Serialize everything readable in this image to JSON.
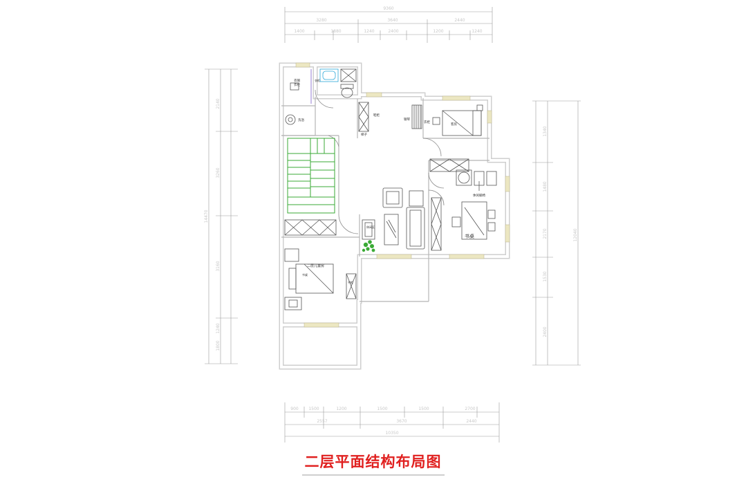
{
  "title": "二层平面结构布局图",
  "colors": {
    "title": "#e0201f",
    "wall": "#d7d7d7",
    "line": "#555555",
    "stair": "#3aaa35",
    "window": "#e8e2b8",
    "plant": "#3aaa35",
    "bath": "#2aa7d8"
  },
  "rooms": {
    "closet_a": "衣帽",
    "closet_b": "衣柜",
    "washroom": "洗浴",
    "shoe_cabinet": "鞋柜",
    "wardrobe_top": "衣柜",
    "piano": "钢琴",
    "ladder": "梯子",
    "guest_room": "客房",
    "armchair": "休闲躺椅",
    "study": "书桌",
    "kids_room": "二层儿童房",
    "kids_desk": "书桌",
    "lounge_label": "休闲区",
    "kids_wardrobe": "衣柜",
    "bookshelf": "书柜"
  },
  "dims": {
    "top_total": "9360",
    "top_row2": [
      "3280",
      "3640",
      "2440"
    ],
    "top_row3": [
      "1400",
      "1880",
      "1240",
      "2400",
      "1200",
      "1240"
    ],
    "bottom_row1": [
      "900",
      "1500",
      "1200",
      "1500",
      "1500",
      "2700"
    ],
    "bottom_row2": [
      "2557",
      "3670",
      "2440"
    ],
    "bottom_total": "10350",
    "left_outer": "14470",
    "left_inner": [
      "2140",
      "3260",
      "3160",
      "1240",
      "1800"
    ],
    "right_outer": "12040",
    "right_inner": [
      "1340",
      "1480",
      "2170",
      "1530",
      "2400"
    ]
  }
}
